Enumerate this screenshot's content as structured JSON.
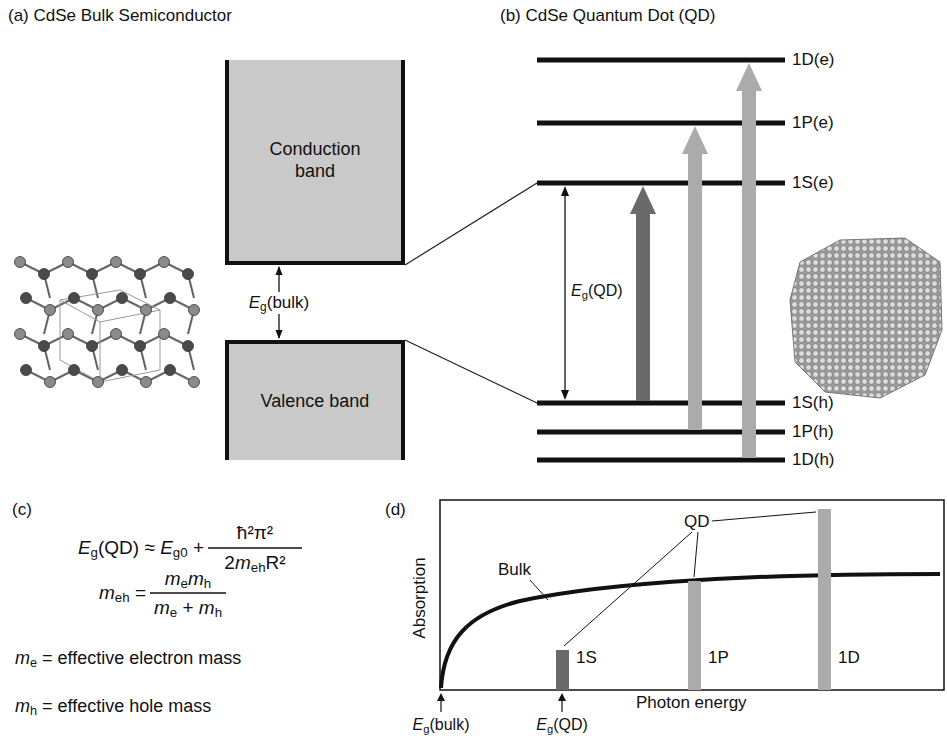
{
  "diagram": {
    "nodes": [
      {
        "text": [
          "Conduction band"
        ]
      },
      {
        "text": [
          "Valence band"
        ]
      }
    ],
    "edges": [
      {
        "from": 0,
        "to": 1,
        "arrow": "both",
        "label": "Eg(bulk)"
      }
    ],
    "labels": [
      "(a) CdSe Bulk Semiconductor",
      "(b) CdSe Quantum Dot (QD)",
      "1D(e)",
      "1P(e)",
      "1S(e)",
      "Eg(QD)",
      "1S(h)",
      "1P(h)",
      "1D(h)",
      "(c)",
      "Eg(QD) ≈ Eg0 +",
      "ħ²π²",
      "2mehR²",
      "meh =",
      "memh",
      "me + mh",
      "me = effective electron mass",
      "mh = effective hole mass",
      "(d)",
      "QD",
      "Bulk",
      "1S",
      "1P",
      "1D",
      "Absorption",
      "Photon energy",
      "Eg(bulk)",
      "Eg(QD)"
    ]
  }
}
